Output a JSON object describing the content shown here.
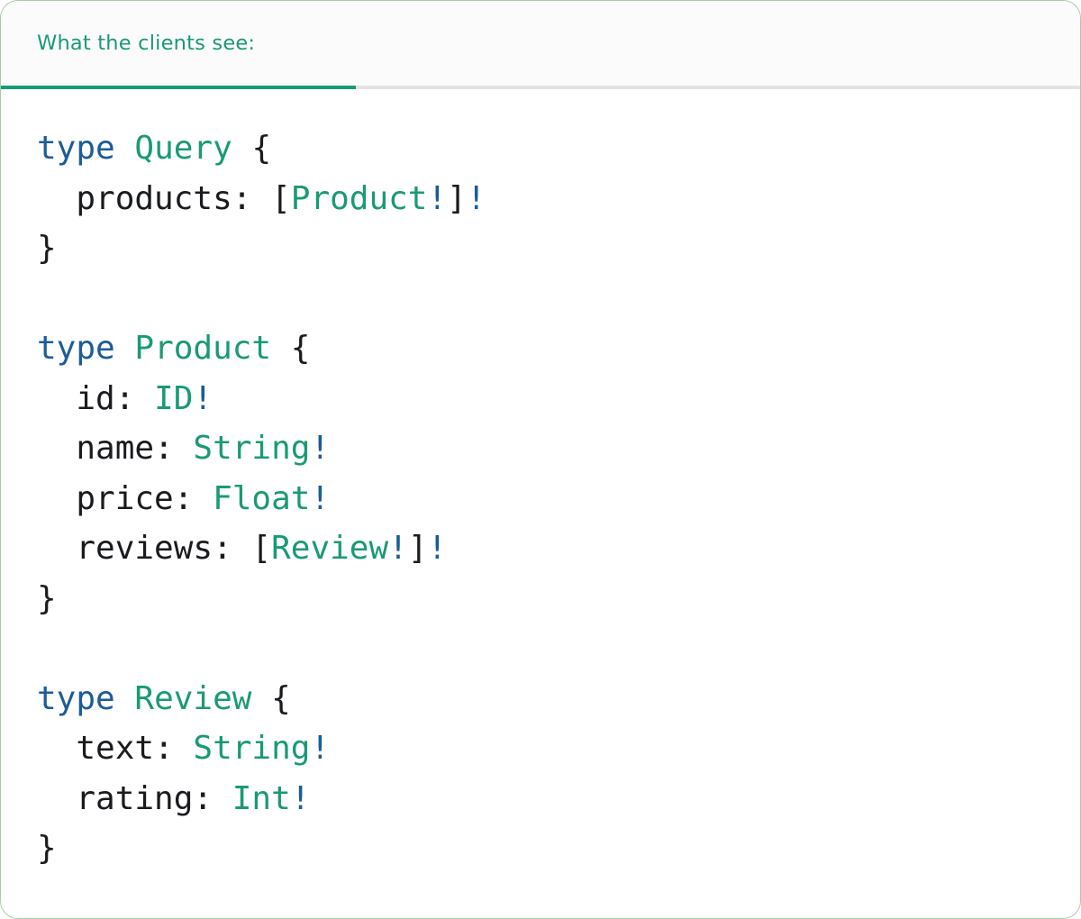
{
  "header": {
    "title": "What the clients see:"
  },
  "colors": {
    "accent": "#1a9a74",
    "keyword": "#1b5c99",
    "type_name": "#1a9a74",
    "plain": "#191b1e",
    "tab_rest_line": "#e3e3e3",
    "header_bg": "#fbfbfb",
    "card_border": "#a8cca8",
    "card_bg": "#ffffff"
  },
  "code": {
    "language": "graphql",
    "lines": [
      [
        [
          "type",
          "kw"
        ],
        [
          " ",
          "pl"
        ],
        [
          "Query",
          "ty"
        ],
        [
          " {",
          "pl"
        ]
      ],
      [
        [
          "  products: [",
          "pl"
        ],
        [
          "Product",
          "ty"
        ],
        [
          "!",
          "kw"
        ],
        [
          "]",
          "pl"
        ],
        [
          "!",
          "kw"
        ]
      ],
      [
        [
          "}",
          "pl"
        ]
      ],
      [],
      [
        [
          "type",
          "kw"
        ],
        [
          " ",
          "pl"
        ],
        [
          "Product",
          "ty"
        ],
        [
          " {",
          "pl"
        ]
      ],
      [
        [
          "  id: ",
          "pl"
        ],
        [
          "ID",
          "ty"
        ],
        [
          "!",
          "kw"
        ]
      ],
      [
        [
          "  name: ",
          "pl"
        ],
        [
          "String",
          "ty"
        ],
        [
          "!",
          "kw"
        ]
      ],
      [
        [
          "  price: ",
          "pl"
        ],
        [
          "Float",
          "ty"
        ],
        [
          "!",
          "kw"
        ]
      ],
      [
        [
          "  reviews: [",
          "pl"
        ],
        [
          "Review",
          "ty"
        ],
        [
          "!",
          "kw"
        ],
        [
          "]",
          "pl"
        ],
        [
          "!",
          "kw"
        ]
      ],
      [
        [
          "}",
          "pl"
        ]
      ],
      [],
      [
        [
          "type",
          "kw"
        ],
        [
          " ",
          "pl"
        ],
        [
          "Review",
          "ty"
        ],
        [
          " {",
          "pl"
        ]
      ],
      [
        [
          "  text: ",
          "pl"
        ],
        [
          "String",
          "ty"
        ],
        [
          "!",
          "kw"
        ]
      ],
      [
        [
          "  rating: ",
          "pl"
        ],
        [
          "Int",
          "ty"
        ],
        [
          "!",
          "kw"
        ]
      ],
      [
        [
          "}",
          "pl"
        ]
      ]
    ]
  }
}
